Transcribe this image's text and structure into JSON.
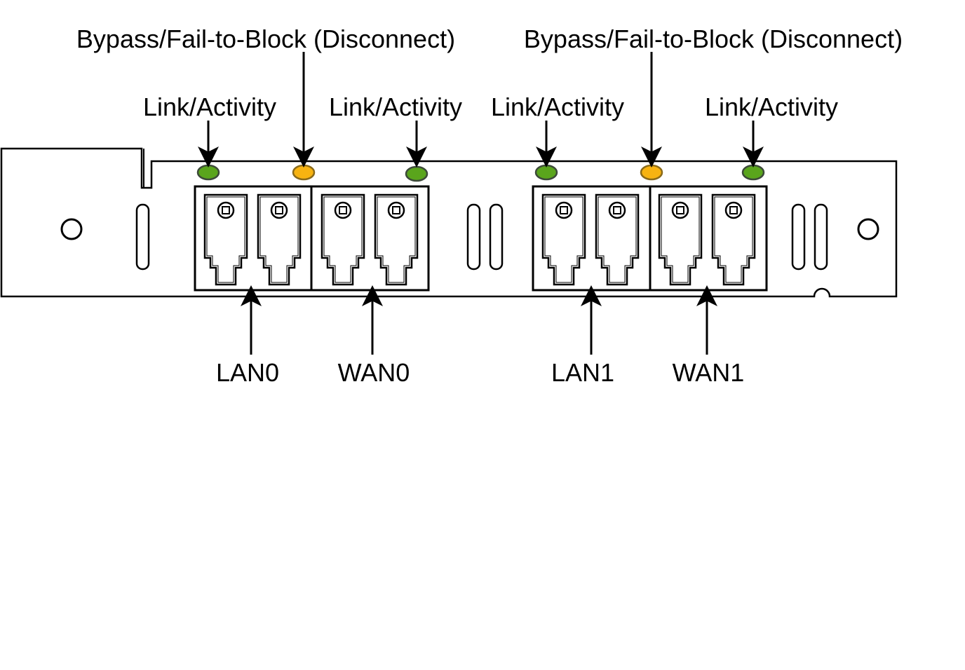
{
  "labels": {
    "bypass_left": "Bypass/Fail-to-Block (Disconnect)",
    "bypass_right": "Bypass/Fail-to-Block (Disconnect)",
    "link1": "Link/Activity",
    "link2": "Link/Activity",
    "link3": "Link/Activity",
    "link4": "Link/Activity",
    "lan0": "LAN0",
    "wan0": "WAN0",
    "lan1": "LAN1",
    "wan1": "WAN1"
  },
  "colors": {
    "link_led": "#5aa51c",
    "link_led_rim": "#3d4a3a",
    "bypass_led": "#f7b311",
    "bypass_led_rim": "#8a6a1a",
    "outline": "#000000"
  }
}
